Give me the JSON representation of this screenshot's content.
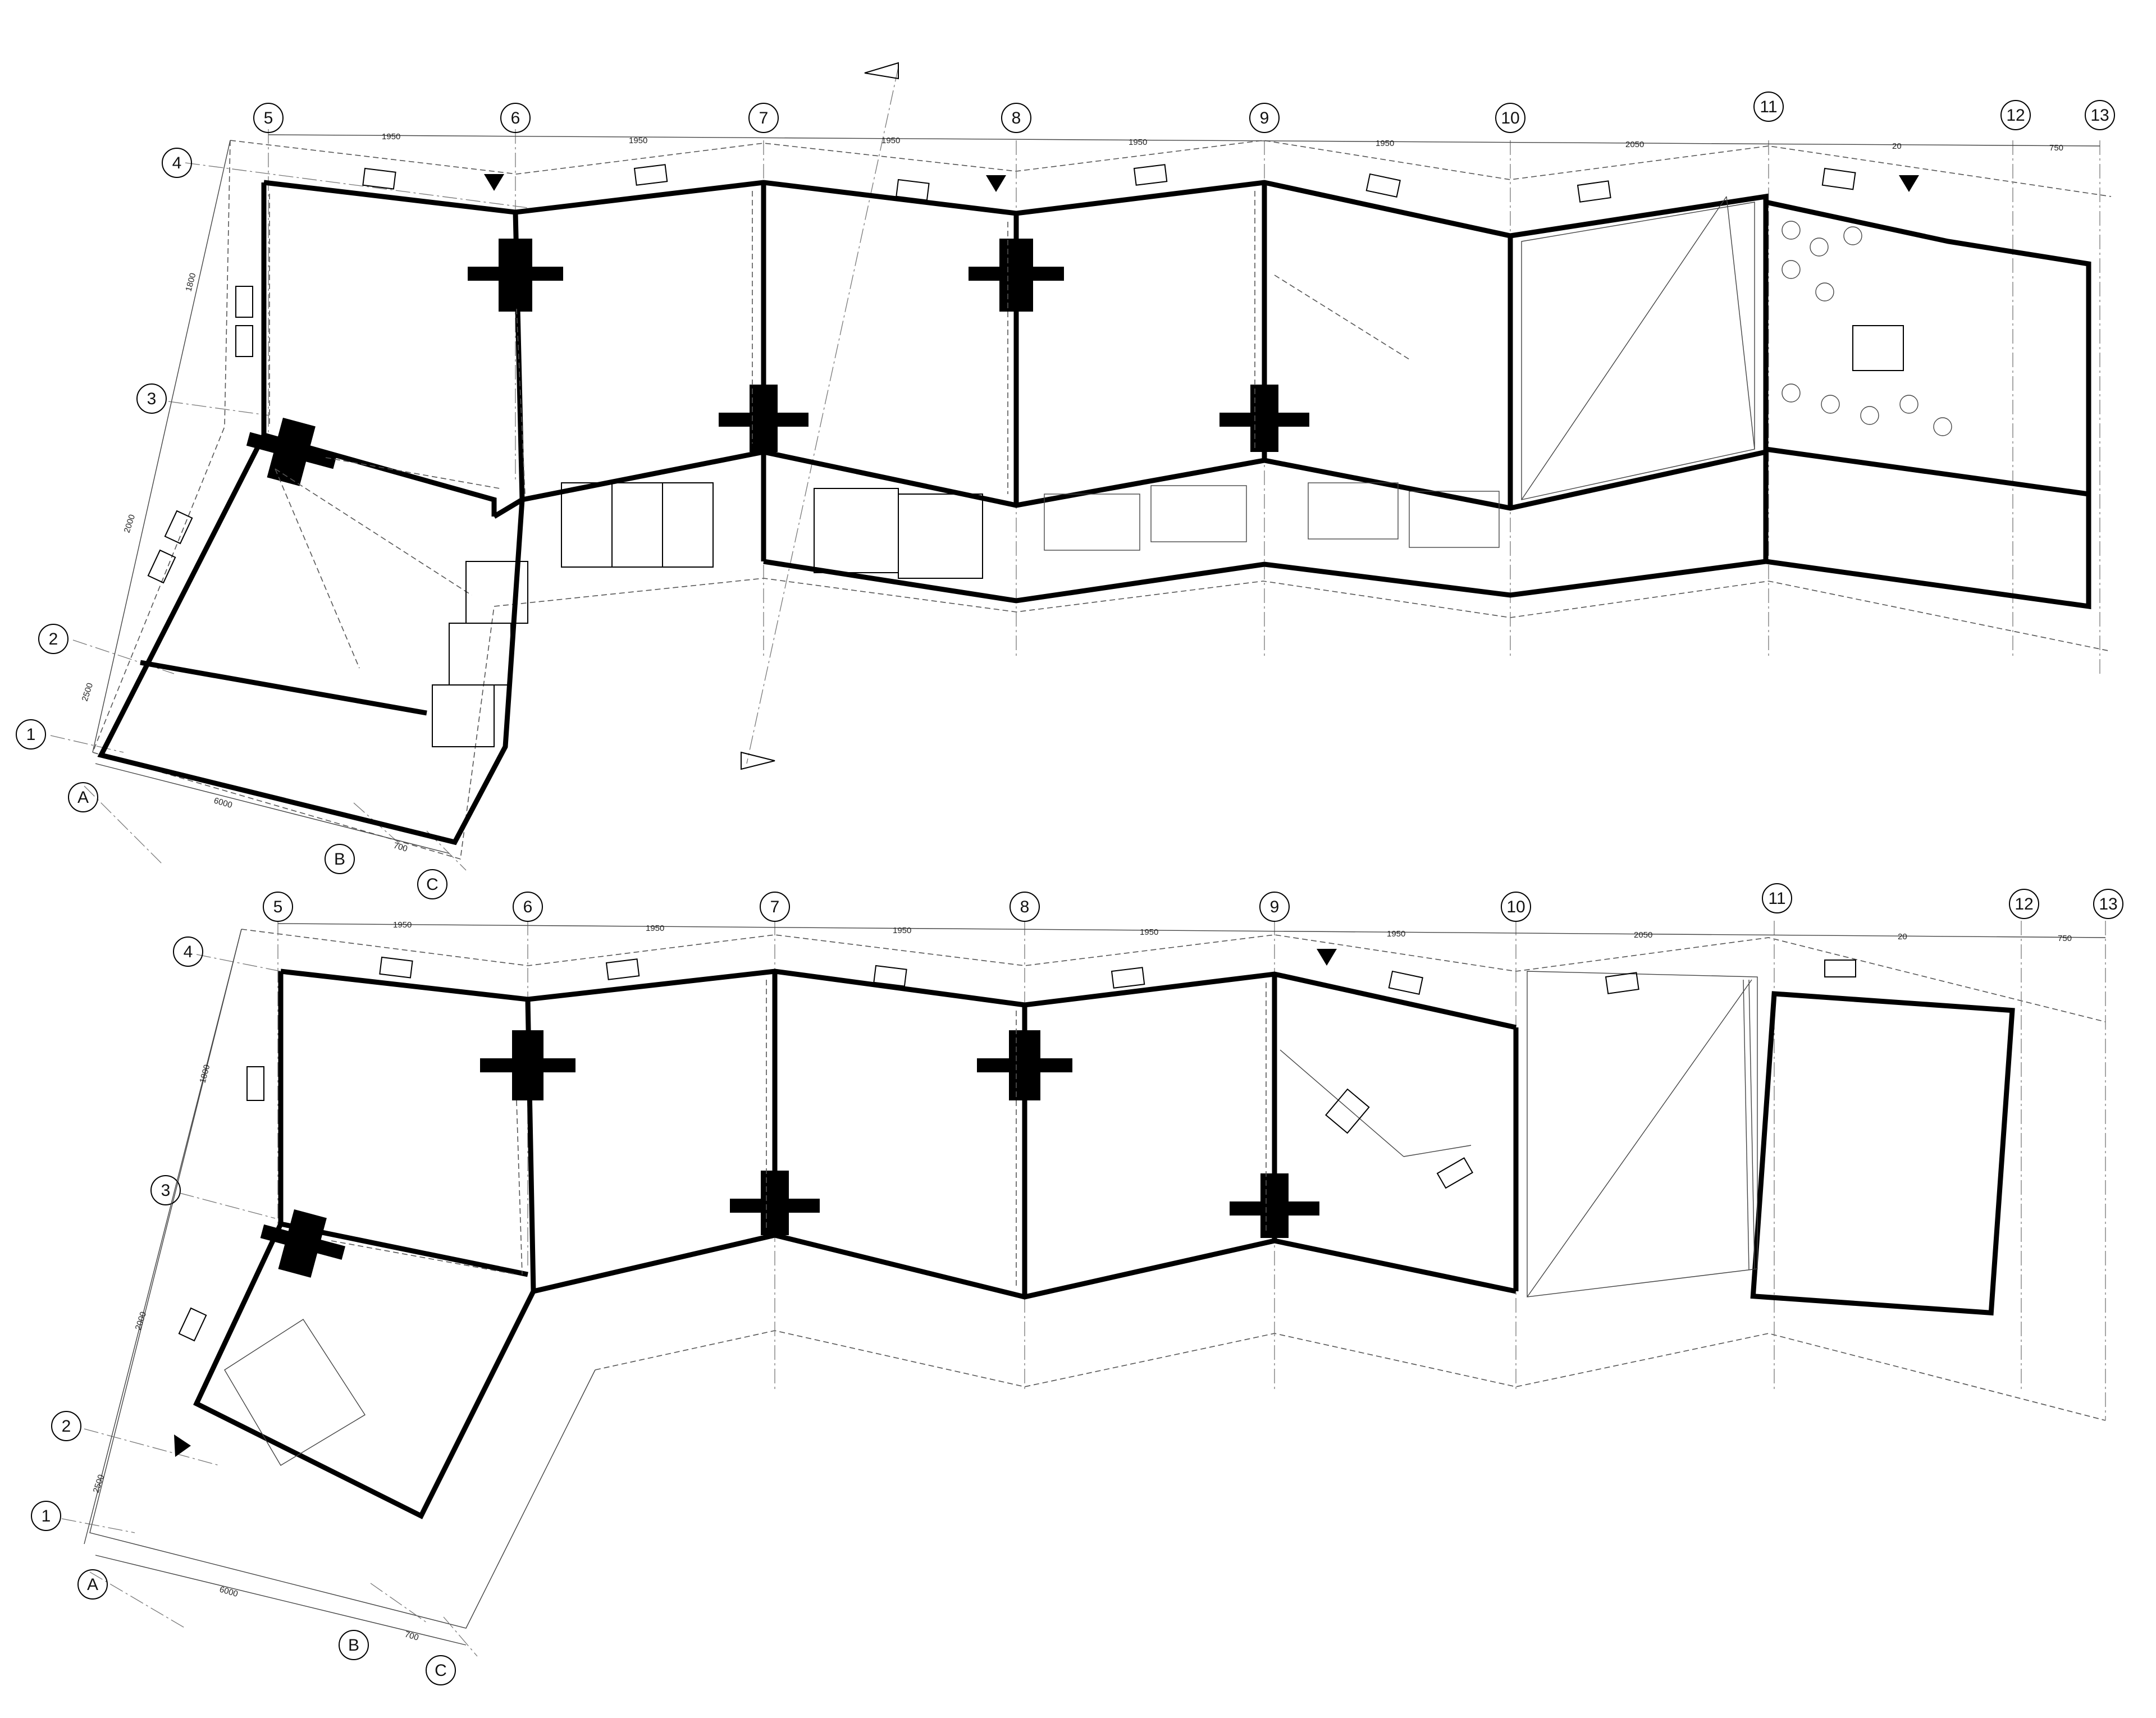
{
  "plans": [
    {
      "id": "ground-floor",
      "grid_columns": [
        "5",
        "6",
        "7",
        "8",
        "9",
        "10",
        "11",
        "12",
        "13"
      ],
      "grid_rows": [
        "4",
        "3",
        "2",
        "1"
      ],
      "grid_letters": [
        "A",
        "B",
        "C"
      ],
      "top_dimensions": [
        "1950",
        "1950",
        "1950",
        "1950",
        "1950",
        "2050",
        "20",
        "750"
      ],
      "left_dimensions": [
        "1800",
        "2000",
        "2500"
      ],
      "bottom_dimensions": [
        "6000",
        "700"
      ]
    },
    {
      "id": "upper-floor",
      "grid_columns": [
        "5",
        "6",
        "7",
        "8",
        "9",
        "10",
        "11",
        "12",
        "13"
      ],
      "grid_rows": [
        "4",
        "3",
        "2",
        "1"
      ],
      "grid_letters": [
        "A",
        "B",
        "C"
      ],
      "top_dimensions": [
        "1950",
        "1950",
        "1950",
        "1950",
        "1950",
        "2050",
        "20",
        "750"
      ],
      "left_dimensions": [
        "1800",
        "2000",
        "2500"
      ],
      "bottom_dimensions": [
        "6000",
        "700"
      ]
    }
  ],
  "colors": {
    "ink": "#000000",
    "paper": "#ffffff",
    "hatch": "#555555"
  }
}
